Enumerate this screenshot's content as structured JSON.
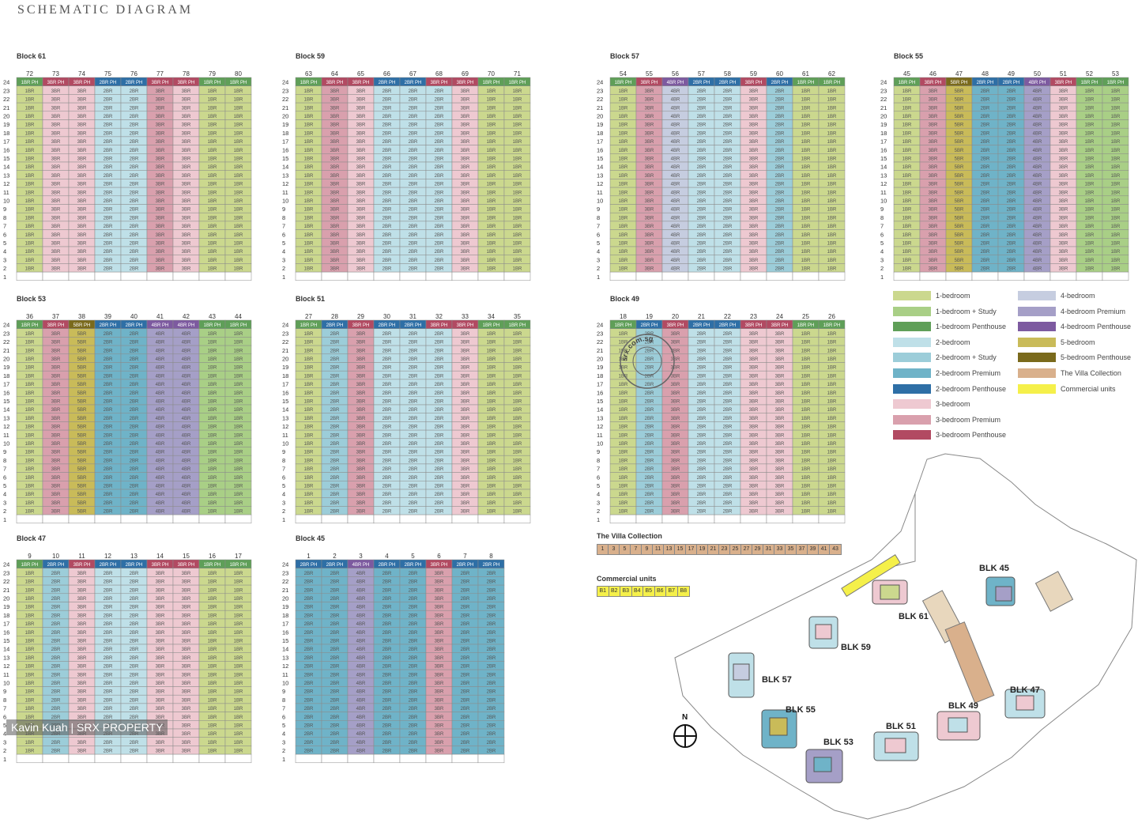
{
  "page": {
    "title": "SCHEMATIC DIAGRAM"
  },
  "palette": {
    "1BR": "#cbd88e",
    "1BRS": "#a9cf86",
    "1BRPH": "#5f9f58",
    "2BR": "#bfe0e8",
    "2BRS": "#9ccdd9",
    "2BRP": "#6fb3c8",
    "2BRPH": "#2e6fa6",
    "3BR": "#eec9d1",
    "3BRP": "#d9a0ad",
    "3BRPH": "#b24a62",
    "4BR": "#c6cde0",
    "4BRP": "#a59fc7",
    "4BRPH": "#7d5aa0",
    "5BR": "#c9bb59",
    "5BRPH": "#7a6a1c",
    "VILLA": "#d9b08c",
    "COMM": "#f5f04a"
  },
  "cell_labels": {
    "1BR": "1BR",
    "1BRS": "1BR",
    "1BRPH": "1BR PH",
    "2BR": "2BR",
    "2BRS": "2BR",
    "2BRP": "2BR",
    "2BRPH": "2BR PH",
    "3BR": "3BR",
    "3BRP": "3BR",
    "3BRPH": "3BR PH",
    "4BR": "4BR",
    "4BRP": "4BR",
    "4BRPH": "4BR PH",
    "5BR": "5BR",
    "5BRPH": "5BR PH"
  },
  "floors": [
    "24",
    "23",
    "22",
    "21",
    "20",
    "19",
    "18",
    "17",
    "16",
    "15",
    "14",
    "13",
    "12",
    "11",
    "10",
    "9",
    "8",
    "7",
    "6",
    "5",
    "4",
    "3",
    "2",
    "1"
  ],
  "blocks": [
    {
      "name": "Block 61",
      "units": [
        "72",
        "73",
        "74",
        "75",
        "76",
        "77",
        "78",
        "79",
        "80"
      ],
      "types": [
        "1BR",
        "3BR",
        "3BR",
        "2BR",
        "2BR",
        "3BRP",
        "3BR",
        "1BR",
        "1BR"
      ],
      "ph": [
        "1BRPH",
        "3BRPH",
        "3BRPH",
        "2BRPH",
        "2BRPH",
        "3BRPH",
        "3BRPH",
        "1BRPH",
        "1BRPH"
      ]
    },
    {
      "name": "Block 59",
      "units": [
        "63",
        "64",
        "65",
        "66",
        "67",
        "68",
        "69",
        "70",
        "71"
      ],
      "types": [
        "1BR",
        "3BRP",
        "3BR",
        "2BR",
        "2BR",
        "2BR",
        "3BR",
        "1BR",
        "1BR"
      ],
      "ph": [
        "1BRPH",
        "3BRPH",
        "3BRPH",
        "2BRPH",
        "2BRPH",
        "3BRPH",
        "3BRPH",
        "1BRPH",
        "1BRPH"
      ]
    },
    {
      "name": "Block 57",
      "units": [
        "54",
        "55",
        "56",
        "57",
        "58",
        "59",
        "60",
        "61",
        "62"
      ],
      "types": [
        "1BR",
        "3BRP",
        "4BR",
        "2BR",
        "2BR",
        "3BR",
        "2BRS",
        "1BR",
        "1BR"
      ],
      "ph": [
        "1BRPH",
        "3BRPH",
        "4BRPH",
        "2BRPH",
        "2BRPH",
        "3BRPH",
        "2BRPH",
        "1BRPH",
        "1BRPH"
      ]
    },
    {
      "name": "Block 55",
      "units": [
        "45",
        "46",
        "47",
        "48",
        "49",
        "50",
        "51",
        "52",
        "53"
      ],
      "types": [
        "1BR",
        "3BRP",
        "5BR",
        "2BRP",
        "2BRP",
        "4BRP",
        "3BR",
        "1BRS",
        "1BRS"
      ],
      "ph": [
        "1BRPH",
        "3BRPH",
        "5BRPH",
        "2BRPH",
        "2BRPH",
        "4BRPH",
        "3BRPH",
        "1BRPH",
        "1BRPH"
      ]
    },
    {
      "name": "Block 53",
      "units": [
        "36",
        "37",
        "38",
        "39",
        "40",
        "41",
        "42",
        "43",
        "44"
      ],
      "types": [
        "1BR",
        "3BRP",
        "5BR",
        "2BRP",
        "2BRP",
        "4BRP",
        "4BRP",
        "1BRS",
        "1BRS"
      ],
      "ph": [
        "1BRPH",
        "3BRPH",
        "5BRPH",
        "2BRPH",
        "2BRPH",
        "4BRPH",
        "4BRPH",
        "1BRPH",
        "1BRPH"
      ]
    },
    {
      "name": "Block 51",
      "units": [
        "27",
        "28",
        "29",
        "30",
        "31",
        "32",
        "33",
        "34",
        "35"
      ],
      "types": [
        "1BR",
        "2BRS",
        "3BRP",
        "2BR",
        "2BR",
        "2BR",
        "3BR",
        "1BR",
        "1BR"
      ],
      "ph": [
        "1BRPH",
        "2BRPH",
        "3BRPH",
        "2BRPH",
        "2BRPH",
        "3BRPH",
        "3BRPH",
        "1BRPH",
        "1BRPH"
      ]
    },
    {
      "name": "Block 49",
      "units": [
        "18",
        "19",
        "20",
        "21",
        "22",
        "23",
        "24",
        "25",
        "26"
      ],
      "types": [
        "1BR",
        "2BRS",
        "3BRP",
        "2BR",
        "2BR",
        "3BR",
        "3BR",
        "1BR",
        "1BR"
      ],
      "ph": [
        "1BRPH",
        "2BRPH",
        "3BRPH",
        "2BRPH",
        "2BRPH",
        "3BRPH",
        "3BRPH",
        "1BRPH",
        "1BRPH"
      ]
    },
    {
      "name": "Block 47",
      "units": [
        "9",
        "10",
        "11",
        "12",
        "13",
        "14",
        "15",
        "16",
        "17"
      ],
      "types": [
        "1BR",
        "2BRS",
        "3BR",
        "2BR",
        "2BR",
        "3BR",
        "3BR",
        "1BR",
        "1BR"
      ],
      "ph": [
        "1BRPH",
        "2BRPH",
        "3BRPH",
        "2BRPH",
        "2BRPH",
        "3BRPH",
        "3BRPH",
        "1BRPH",
        "1BRPH"
      ]
    },
    {
      "name": "Block 45",
      "units": [
        "1",
        "2",
        "3",
        "4",
        "5",
        "6",
        "7",
        "8"
      ],
      "types": [
        "2BRP",
        "2BRP",
        "4BRP",
        "2BRP",
        "2BRP",
        "3BRP",
        "2BRP",
        "2BRP"
      ],
      "ph": [
        "2BRPH",
        "2BRPH",
        "4BRPH",
        "2BRPH",
        "2BRPH",
        "3BRPH",
        "2BRPH",
        "2BRPH"
      ]
    }
  ],
  "legend": [
    {
      "key": "1BR",
      "label": "1-bedroom"
    },
    {
      "key": "1BRS",
      "label": "1-bedroom + Study"
    },
    {
      "key": "1BRPH",
      "label": "1-bedroom Penthouse"
    },
    {
      "key": "2BR",
      "label": "2-bedroom"
    },
    {
      "key": "2BRS",
      "label": "2-bedroom + Study"
    },
    {
      "key": "2BRP",
      "label": "2-bedroom Premium"
    },
    {
      "key": "2BRPH",
      "label": "2-bedroom Penthouse"
    },
    {
      "key": "3BR",
      "label": "3-bedroom"
    },
    {
      "key": "3BRP",
      "label": "3-bedroom Premium"
    },
    {
      "key": "3BRPH",
      "label": "3-bedroom Penthouse"
    },
    {
      "key": "4BR",
      "label": "4-bedroom"
    },
    {
      "key": "4BRP",
      "label": "4-bedroom Premium"
    },
    {
      "key": "4BRPH",
      "label": "4-bedroom Penthouse"
    },
    {
      "key": "5BR",
      "label": "5-bedroom"
    },
    {
      "key": "5BRPH",
      "label": "5-bedroom Penthouse"
    },
    {
      "key": "VILLA",
      "label": "The Villa Collection"
    },
    {
      "key": "COMM",
      "label": "Commercial units"
    }
  ],
  "villa": {
    "title": "The Villa Collection",
    "units": [
      "1",
      "3",
      "5",
      "7",
      "9",
      "11",
      "13",
      "15",
      "17",
      "19",
      "21",
      "23",
      "25",
      "27",
      "29",
      "31",
      "33",
      "35",
      "37",
      "39",
      "41",
      "43"
    ]
  },
  "commercial": {
    "title": "Commercial units",
    "units": [
      "B1",
      "B2",
      "B3",
      "B4",
      "B5",
      "B6",
      "B7",
      "B8"
    ]
  },
  "site": {
    "north": "N",
    "blocks": [
      "BLK 45",
      "BLK 61",
      "BLK 59",
      "BLK 57",
      "BLK 55",
      "BLK 53",
      "BLK 51",
      "BLK 49",
      "BLK 47"
    ]
  },
  "stamp": {
    "text": "srx.com.sg"
  },
  "watermark": {
    "text": "Kavin Kuah | SRX PROPERTY"
  }
}
